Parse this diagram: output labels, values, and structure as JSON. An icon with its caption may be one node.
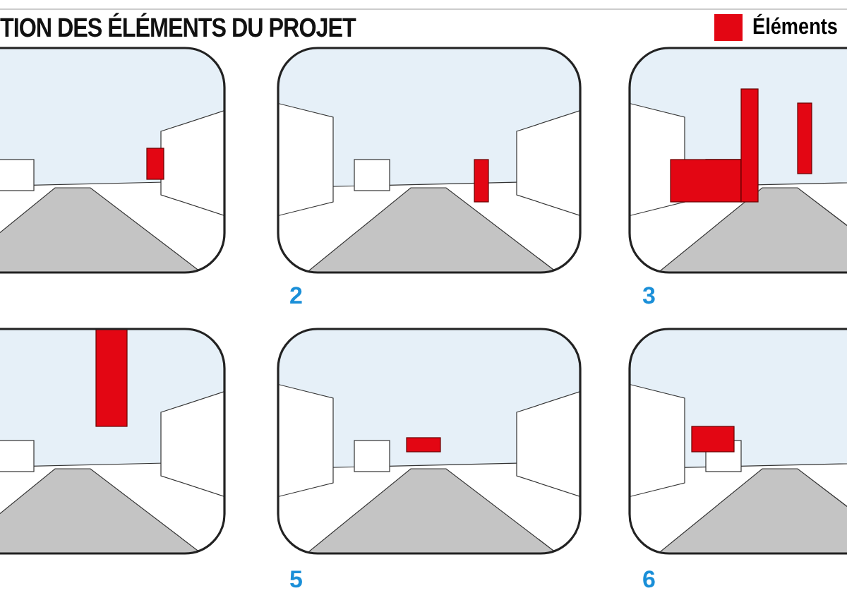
{
  "diagram": {
    "title": "TION DES ÉLÉMENTS DU PROJET",
    "labels": [
      "2",
      "3",
      "5",
      "6"
    ],
    "legend": [
      {
        "text": "Éléments",
        "color": "#e30613"
      }
    ]
  }
}
